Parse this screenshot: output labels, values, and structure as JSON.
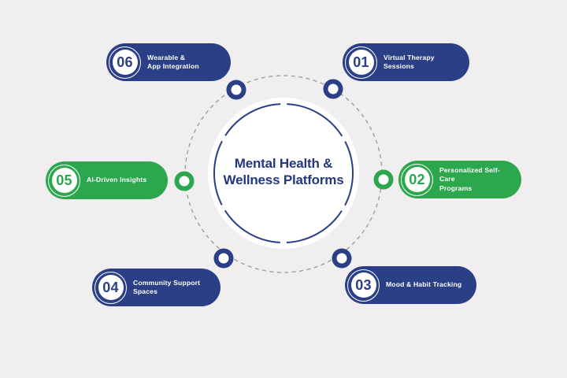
{
  "title": "Mental Health &\nWellness Platforms",
  "palette": {
    "navy": "#2a3f85",
    "green": "#2ca74e",
    "background": "#f0eeee",
    "title_color": "#24387d",
    "orbit_dash_color": "#999999"
  },
  "items": [
    {
      "number": "01",
      "label": "Virtual Therapy Sessions",
      "color": "navy",
      "position": "top-right"
    },
    {
      "number": "02",
      "label": "Personalized Self-Care\nPrograms",
      "color": "green",
      "position": "right"
    },
    {
      "number": "03",
      "label": "Mood & Habit Tracking",
      "color": "navy",
      "position": "bottom-right"
    },
    {
      "number": "04",
      "label": "Community Support\nSpaces",
      "color": "navy",
      "position": "bottom-left"
    },
    {
      "number": "05",
      "label": "AI-Driven Insights",
      "color": "green",
      "position": "left"
    },
    {
      "number": "06",
      "label": "Wearable &\nApp Integration",
      "color": "navy",
      "position": "top-left"
    }
  ]
}
